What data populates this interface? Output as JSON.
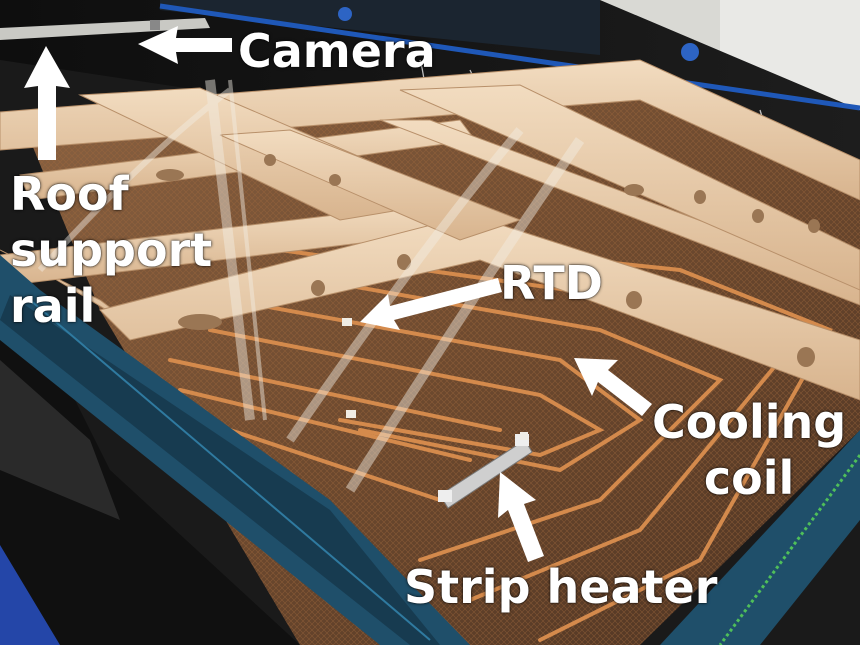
{
  "labels": {
    "camera": "Camera",
    "roof_support_rail": [
      "Roof",
      "support",
      "rail"
    ],
    "rtd": "RTD",
    "cooling_coil": [
      "Cooling",
      "coil"
    ],
    "strip_heater": "Strip heater"
  },
  "colors": {
    "label_text": "#ffffff",
    "arrow": "#ffffff",
    "frame_wood": "#e8c9a6",
    "copper": "#c8783a",
    "pcb_blue": "#1f4f6a",
    "hall_black": "#161616"
  }
}
